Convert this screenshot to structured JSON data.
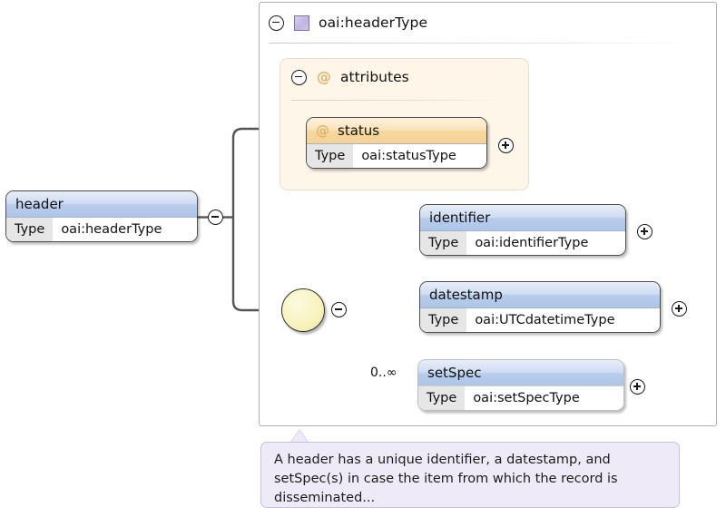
{
  "diagram": {
    "kind": "xml-schema-diagram",
    "complex_type": {
      "label": "oai:headerType",
      "glyph": "complextype-square-icon",
      "toggle": "collapse-minus-icon"
    },
    "attributes_panel": {
      "label": "attributes",
      "at_symbol": "@",
      "toggle": "collapse-minus-icon"
    }
  },
  "nodes": {
    "header": {
      "name": "header",
      "type_key": "Type",
      "type_value": "oai:headerType",
      "toggle": "collapse-minus-icon"
    },
    "status": {
      "at_symbol": "@",
      "name": "status",
      "type_key": "Type",
      "type_value": "oai:statusType",
      "toggle": "expand-plus-icon"
    },
    "identifier": {
      "name": "identifier",
      "type_key": "Type",
      "type_value": "oai:identifierType",
      "toggle": "expand-plus-icon"
    },
    "datestamp": {
      "name": "datestamp",
      "type_key": "Type",
      "type_value": "oai:UTCdatetimeType",
      "toggle": "expand-plus-icon"
    },
    "setSpec": {
      "name": "setSpec",
      "type_key": "Type",
      "type_value": "oai:setSpecType",
      "toggle": "expand-plus-icon",
      "occurrence": "0..∞"
    }
  },
  "sequence": {
    "label": "sequence-compositor",
    "toggle": "collapse-minus-icon"
  },
  "documentation": {
    "text": "A header has a unique identifier, a datestamp, and setSpec(s) in case the item from which the record is disseminated..."
  },
  "colors": {
    "element_title": "#b9cdec",
    "attribute_title": "#f6d79c",
    "attributes_panel_bg": "#fdf6e9",
    "type_glyph": "#bfb5e0",
    "sequence_node": "#f7f2bd",
    "documentation_bg": "#eeeaf7",
    "connector_solid": "#555555",
    "connector_optional": "#c8c8c8"
  }
}
